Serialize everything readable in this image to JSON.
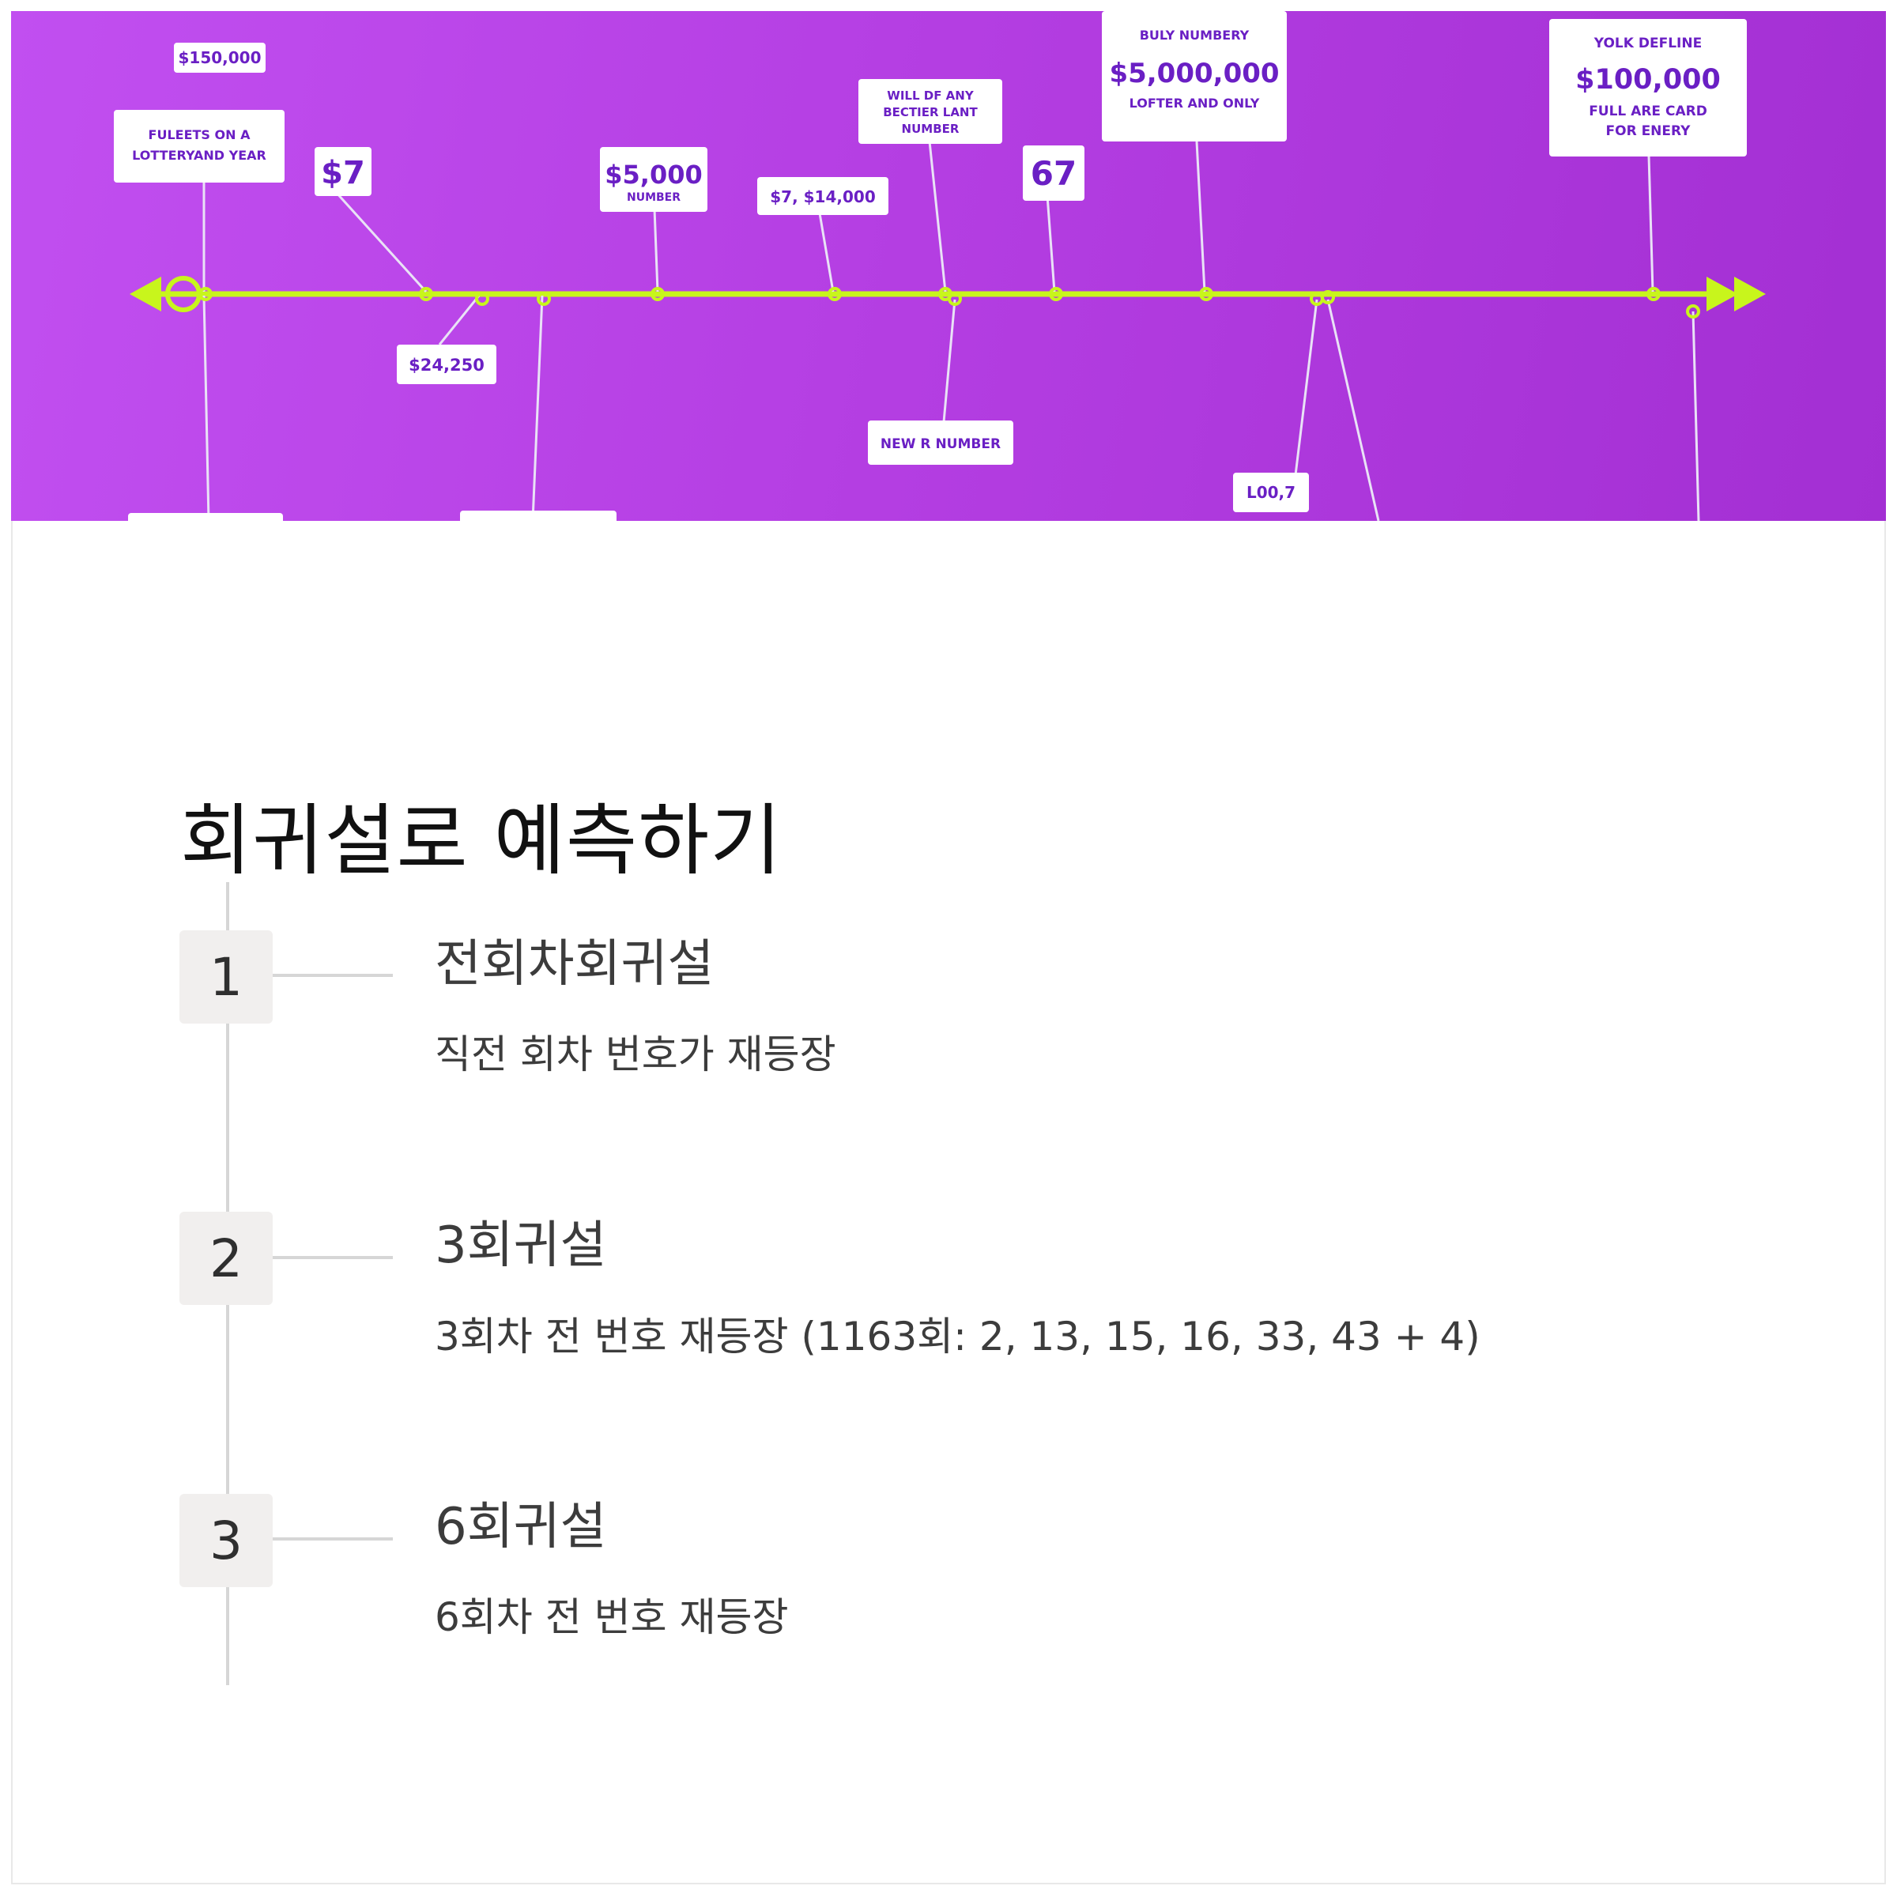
{
  "banner": {
    "labels": [
      {
        "id": "l1",
        "lines": [
          "$150,000"
        ]
      },
      {
        "id": "l2",
        "lines": [
          "FULEETS ON A",
          "LOTTERYAND YEAR"
        ]
      },
      {
        "id": "l3",
        "lines": [
          "$7"
        ]
      },
      {
        "id": "l4",
        "lines": [
          "$24,250"
        ]
      },
      {
        "id": "l5",
        "lines": [
          "$5,000",
          "NUMBER"
        ]
      },
      {
        "id": "l6",
        "lines": [
          "$7, $14,000"
        ]
      },
      {
        "id": "l7",
        "lines": [
          "WILL DF ANY",
          "BECTIER LANT",
          "NUMBER"
        ]
      },
      {
        "id": "l8",
        "lines": [
          "NEW R NUMBER"
        ]
      },
      {
        "id": "l9",
        "lines": [
          "67"
        ]
      },
      {
        "id": "l10",
        "lines": [
          "BULY NUMBERY",
          "$5,000,000",
          "LOFTER AND ONLY"
        ]
      },
      {
        "id": "l11",
        "lines": [
          "L00,7"
        ]
      },
      {
        "id": "l12",
        "lines": [
          "YOLK DEFLINE",
          "$100,000",
          "FULL ARE CARD",
          "FOR ENERY"
        ]
      }
    ],
    "colors": {
      "line": "#c8f51c",
      "label_text": "#6a1fc4"
    }
  },
  "section": {
    "title": "회귀설로 예측하기",
    "steps": [
      {
        "number": "1",
        "title": "전회차회귀설",
        "desc": "직전 회차 번호가 재등장"
      },
      {
        "number": "2",
        "title": "3회귀설",
        "desc": "3회차 전 번호 재등장 (1163회: 2, 13, 15, 16, 33, 43 + 4)"
      },
      {
        "number": "3",
        "title": "6회귀설",
        "desc": "6회차 전 번호 재등장"
      }
    ]
  }
}
